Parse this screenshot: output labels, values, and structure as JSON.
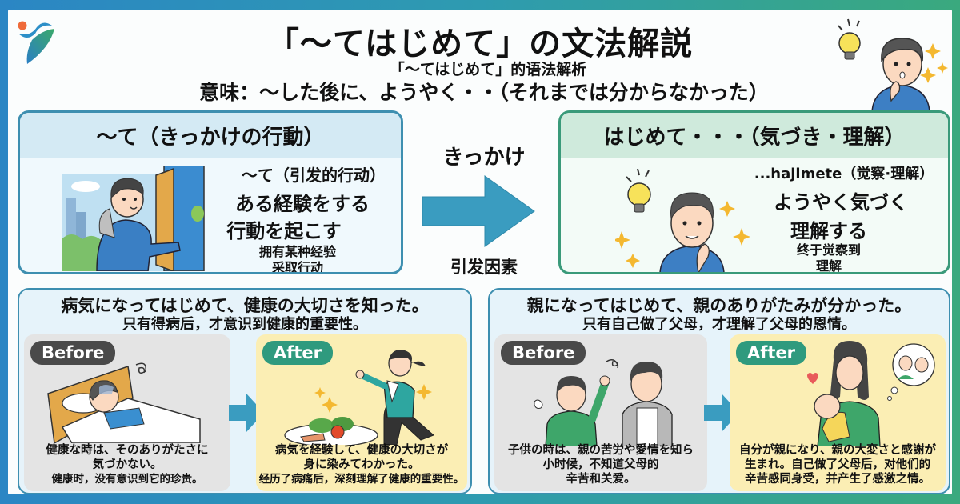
{
  "header": {
    "title": "「〜てはじめて」の文法解説",
    "subtitle_cn": "「〜てはじめて」的语法解析",
    "meaning": "意味：〜した後に、ようやく・・（それまでは分からなかった）",
    "logo_icon": "brand-logo-icon",
    "illustration": "thinking-person-with-lightbulb"
  },
  "top": {
    "left_panel": {
      "heading": "〜て（きっかけの行動）",
      "cn_label": "〜て（引发的行动）",
      "line1": "ある経験をする",
      "line2": "行動を起こす",
      "cn1": "拥有某种经验",
      "cn2": "采取行动",
      "illustration": "person-opening-door"
    },
    "connector": {
      "label_top": "きっかけ",
      "label_bottom": "引发因素",
      "icon": "arrow-right-icon",
      "color": "#3a9cc0"
    },
    "right_panel": {
      "heading": "はじめて・・・（気づき・理解）",
      "cn_label": "...hajimete（觉察·理解）",
      "line1": "ようやく気づく",
      "line2": "理解する",
      "cn1": "终于觉察到",
      "cn2": "理解",
      "illustration": "person-with-lightbulb-idea"
    }
  },
  "examples": [
    {
      "sentence_jp": "病気になってはじめて、健康の大切さを知った。",
      "sentence_cn": "只有得病后，才意识到健康的重要性。",
      "before": {
        "badge": "Before",
        "illustration": "sick-person-in-bed",
        "caption_lines": [
          "健康な時は、そのありがたさに",
          "気づかない。",
          "健康时，没有意识到它的珍贵。"
        ]
      },
      "after": {
        "badge": "After",
        "illustration": "jogging-woman-with-healthy-meal",
        "caption_lines": [
          "病気を経験して、健康の大切さが",
          "身に染みてわかった。",
          "经历了病痛后，深刻理解了健康的重要性。"
        ]
      }
    },
    {
      "sentence_jp": "親になってはじめて、親のありがたみが分かった。",
      "sentence_cn": "只有自己做了父母，才理解了父母的恩情。",
      "before": {
        "badge": "Before",
        "illustration": "child-arguing-with-father",
        "caption_lines": [
          "子供の時は、親の苦労や愛情を知ら",
          "小时候，不知道父母的",
          "辛苦和关爱。"
        ]
      },
      "after": {
        "badge": "After",
        "illustration": "mother-holding-baby",
        "caption_lines": [
          "自分が親になり、親の大変さと感謝が",
          "生まれ。自己做了父母后，对他们的",
          "辛苦感同身受，并产生了感激之情。"
        ]
      }
    }
  ],
  "colors": {
    "bg_left": "#2b86c4",
    "bg_right": "#3aa97e",
    "panel_left_border": "#3e8fb0",
    "panel_right_border": "#3a9a7a",
    "before_card": "#e4e4e4",
    "after_card": "#fbeeb4",
    "before_badge": "#4a4a4a",
    "after_badge": "#2f9a7e",
    "arrow": "#3a9cc0"
  }
}
